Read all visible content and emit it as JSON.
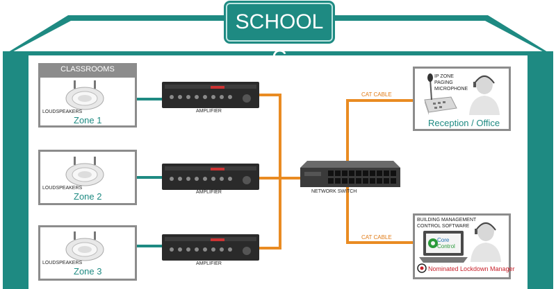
{
  "title": "SCHOOL C",
  "classrooms_label": "CLASSROOMS",
  "zones": [
    {
      "speaker_label": "LOUDSPEAKERS",
      "zone_label": "Zone 1",
      "amp_label": "AMPLIFIER"
    },
    {
      "speaker_label": "LOUDSPEAKERS",
      "zone_label": "Zone 2",
      "amp_label": "AMPLIFIER"
    },
    {
      "speaker_label": "LOUDSPEAKERS",
      "zone_label": "Zone 3",
      "amp_label": "AMPLIFIER"
    }
  ],
  "switch_label": "NETWORK SWITCH",
  "cable_label_top": "CAT CABLE",
  "cable_label_bottom": "CAT CABLE",
  "reception": {
    "device_label_1": "IP ZONE",
    "device_label_2": "PAGING",
    "device_label_3": "MICROPHONE",
    "room_label": "Reception / Office"
  },
  "bms": {
    "label_1": "BUILDING MANAGEMENT",
    "label_2": "CONTROL SOFTWARE",
    "logo_text_1": "Core",
    "logo_text_2": "Control",
    "lockdown_label": "Nominated Lockdown Manager"
  },
  "colors": {
    "building": "#1e8a82",
    "cat_cable": "#e98b22",
    "speaker_cable": "#1e8a82",
    "panel_border": "#8c8c8c",
    "lockdown": "#c8202a"
  }
}
